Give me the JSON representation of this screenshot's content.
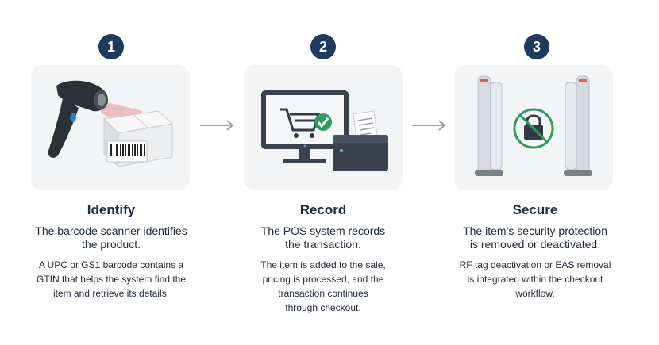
{
  "steps": [
    {
      "number": "1",
      "title": "Identify",
      "lead_line1": "The barcode scanner identifies",
      "lead_line2": "the product.",
      "detail_line1": "A UPC or GS1 barcode contains a",
      "detail_line2": "GTIN that helps the system find the",
      "detail_line3": "item and retrieve its details."
    },
    {
      "number": "2",
      "title": "Record",
      "lead_line1": "The POS system records",
      "lead_line2": "the transaction.",
      "detail_line1": "The item is added to the sale,",
      "detail_line2": "pricing is processed, and the",
      "detail_line3": "transaction continues",
      "detail_line4": "through checkout."
    },
    {
      "number": "3",
      "title": "Secure",
      "lead_line1": "The item’s security protection",
      "lead_line2": "is removed or deactivated.",
      "detail_line1": "RF tag deactivation or EAS removal",
      "detail_line2": "is integrated within the checkout",
      "detail_line3": "workflow."
    }
  ],
  "colors": {
    "badge": "#1f3a5f",
    "card_bg": "#f2f4f6",
    "check_green": "#2e9d5b",
    "scanner_beam": "#e05a5a",
    "arrow_gray": "#9aa3ad"
  }
}
